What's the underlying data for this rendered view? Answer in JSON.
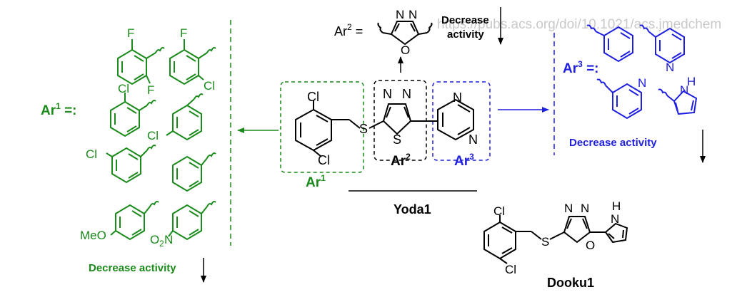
{
  "colors": {
    "green": "#1a8a1a",
    "blue": "#1f1fe0",
    "black": "#000000",
    "watermark": "#c9c9c9"
  },
  "watermark": "https://pubs.acs.org/doi/10.1021/acs.jmedchem",
  "top": {
    "ar2_prefix": "Ar",
    "ar2_sup": "2",
    "ar2_eq": " =",
    "decrease_line1": "Decrease",
    "decrease_line2": "activity"
  },
  "left": {
    "ar1_prefix": "Ar",
    "ar1_sup": "1",
    "ar1_eq": " =:",
    "labels": {
      "F_top1": "F",
      "F_bottom1": "F",
      "F_top2": "F",
      "Cl_2": "Cl",
      "Cl_3": "Cl",
      "Cl_4": "Cl",
      "Cl_5": "Cl",
      "MeO": "MeO",
      "O2N_O": "O",
      "O2N_2": "2",
      "O2N_N": "N"
    },
    "decrease": "Decrease activity"
  },
  "center": {
    "Cl_top": "Cl",
    "Cl_bottom": "Cl",
    "S_link": "S",
    "N1": "N",
    "N2": "N",
    "S_ring": "S",
    "pyz_N1": "N",
    "pyz_N2": "N",
    "ar1_prefix": "Ar",
    "ar1_sup": "1",
    "ar2_prefix": "Ar",
    "ar2_sup": "2",
    "ar3_prefix": "Ar",
    "ar3_sup": "3",
    "compound_name": "Yoda1"
  },
  "right": {
    "ar3_prefix": "Ar",
    "ar3_sup": "3",
    "ar3_eq": " =:",
    "pyr_N": "N",
    "pyr2_N": "N",
    "pyrrole_N": "N",
    "pyrrole_H": "H",
    "decrease": "Decrease activity"
  },
  "oxa_top": {
    "N1": "N",
    "N2": "N",
    "O": "O"
  },
  "dooku": {
    "Cl_top": "Cl",
    "Cl_bottom": "Cl",
    "S": "S",
    "N1": "N",
    "N2": "N",
    "O": "O",
    "pyrrole_N": "N",
    "pyrrole_H": "H",
    "name": "Dooku1"
  }
}
